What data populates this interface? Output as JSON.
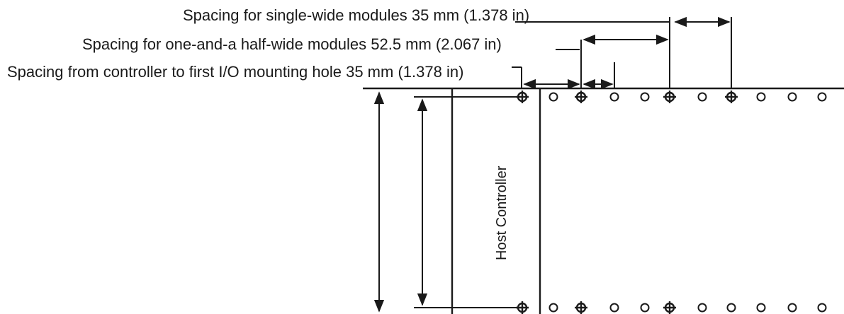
{
  "labels": {
    "single_wide": "Spacing for single-wide modules 35 mm (1.378 in)",
    "one_and_half_wide": "Spacing for one-and-a half-wide modules 52.5 mm (2.067 in)",
    "controller_to_first": "Spacing from controller to first I/O mounting hole 35 mm (1.378 in)",
    "host_controller": "Host Controller"
  },
  "top_row": [
    "mounting",
    "hole",
    "mounting",
    "hole",
    "hole",
    "mounting",
    "hole",
    "mounting",
    "hole",
    "hole",
    "hole"
  ],
  "bottom_row": [
    "mounting",
    "hole",
    "mounting",
    "hole",
    "hole",
    "mounting",
    "hole",
    "hole",
    "hole",
    "hole",
    "hole"
  ],
  "colors": {
    "ink": "#1a1a1a",
    "background": "#ffffff"
  }
}
